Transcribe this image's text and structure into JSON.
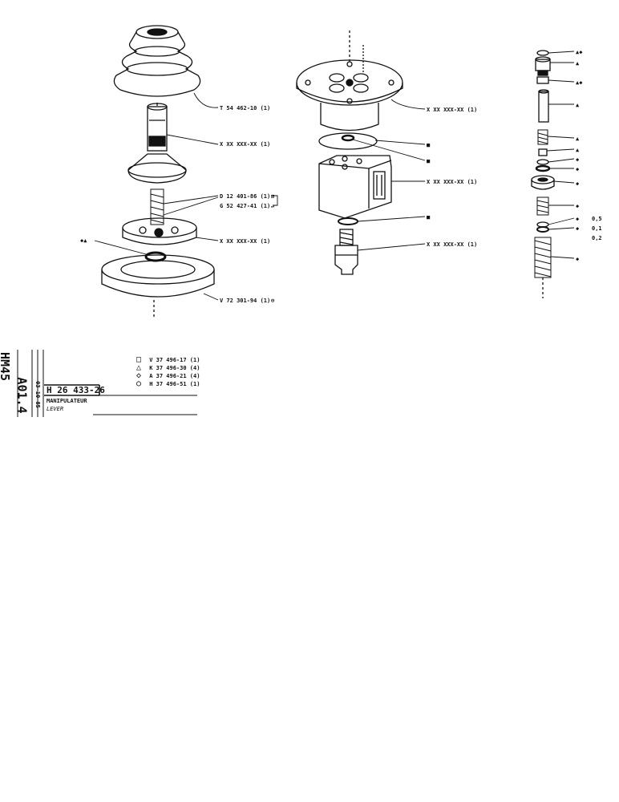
{
  "figure": {
    "left_assembly": {
      "labels": [
        "T 54 462-10 (1)",
        "X XX XXX-XX (1)",
        "D 12 401-86 (1)",
        "G 52 427-41 (1)",
        "X XX XXX-XX (1)",
        "V 72 301-94 (1)"
      ],
      "label_suffix_symbols": [
        "",
        "",
        "⊞",
        "↵",
        "",
        "⊖"
      ],
      "left_callout_symbol": "◆▲"
    },
    "middle_assembly": {
      "labels": [
        "X XX XXX-XX (1)",
        "■",
        "■",
        "X XX XXX-XX (1)",
        "■",
        "X XX XXX-XX (1)"
      ]
    },
    "right_assembly": {
      "labels": [
        "▲◆",
        "▲",
        "▲◆",
        "▲",
        "▲",
        "▲",
        "◆",
        "◆",
        "◆",
        "◆",
        "◆",
        "◆",
        "◆"
      ],
      "shim_values": [
        "0,5",
        "0,1",
        "0,2"
      ]
    }
  },
  "title_block": {
    "model": "HM45",
    "section": "A01.4",
    "date": "03-10-85",
    "part_number": "H 26 433-26",
    "title_line1": "MANIPULATEUR",
    "title_line2": "LEVER",
    "kits": [
      {
        "symbol": "□",
        "code": "V 37 496-17 (1)"
      },
      {
        "symbol": "△",
        "code": "K 37 496-30 (4)"
      },
      {
        "symbol": "◇",
        "code": "A 37 496-21 (4)"
      },
      {
        "symbol": "○",
        "code": "H 37 496-51 (1)"
      }
    ]
  }
}
